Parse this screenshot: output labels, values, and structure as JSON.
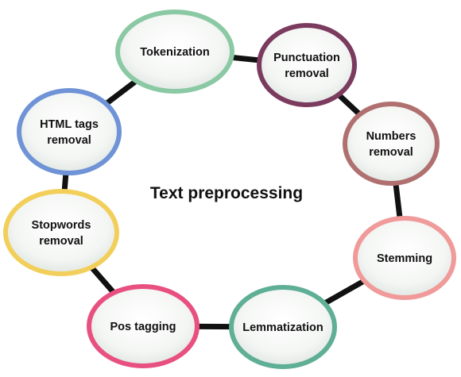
{
  "diagram": {
    "center_label": "Text preprocessing",
    "nodes": [
      {
        "id": "tokenization",
        "lines": [
          "Tokenization"
        ],
        "color": "#8bc9a4"
      },
      {
        "id": "punctuation",
        "lines": [
          "Punctuation",
          "removal"
        ],
        "color": "#7b3b5e"
      },
      {
        "id": "numbers",
        "lines": [
          "Numbers",
          "removal"
        ],
        "color": "#b07070"
      },
      {
        "id": "stemming",
        "lines": [
          "Stemming"
        ],
        "color": "#f09a9a"
      },
      {
        "id": "lemmatization",
        "lines": [
          "Lemmatization"
        ],
        "color": "#5fae96"
      },
      {
        "id": "pos",
        "lines": [
          "Pos tagging"
        ],
        "color": "#e8507f"
      },
      {
        "id": "stopwords",
        "lines": [
          "Stopwords",
          "removal"
        ],
        "color": "#f2cf5a"
      },
      {
        "id": "html",
        "lines": [
          "HTML tags",
          "removal"
        ],
        "color": "#6f93d6"
      }
    ]
  }
}
